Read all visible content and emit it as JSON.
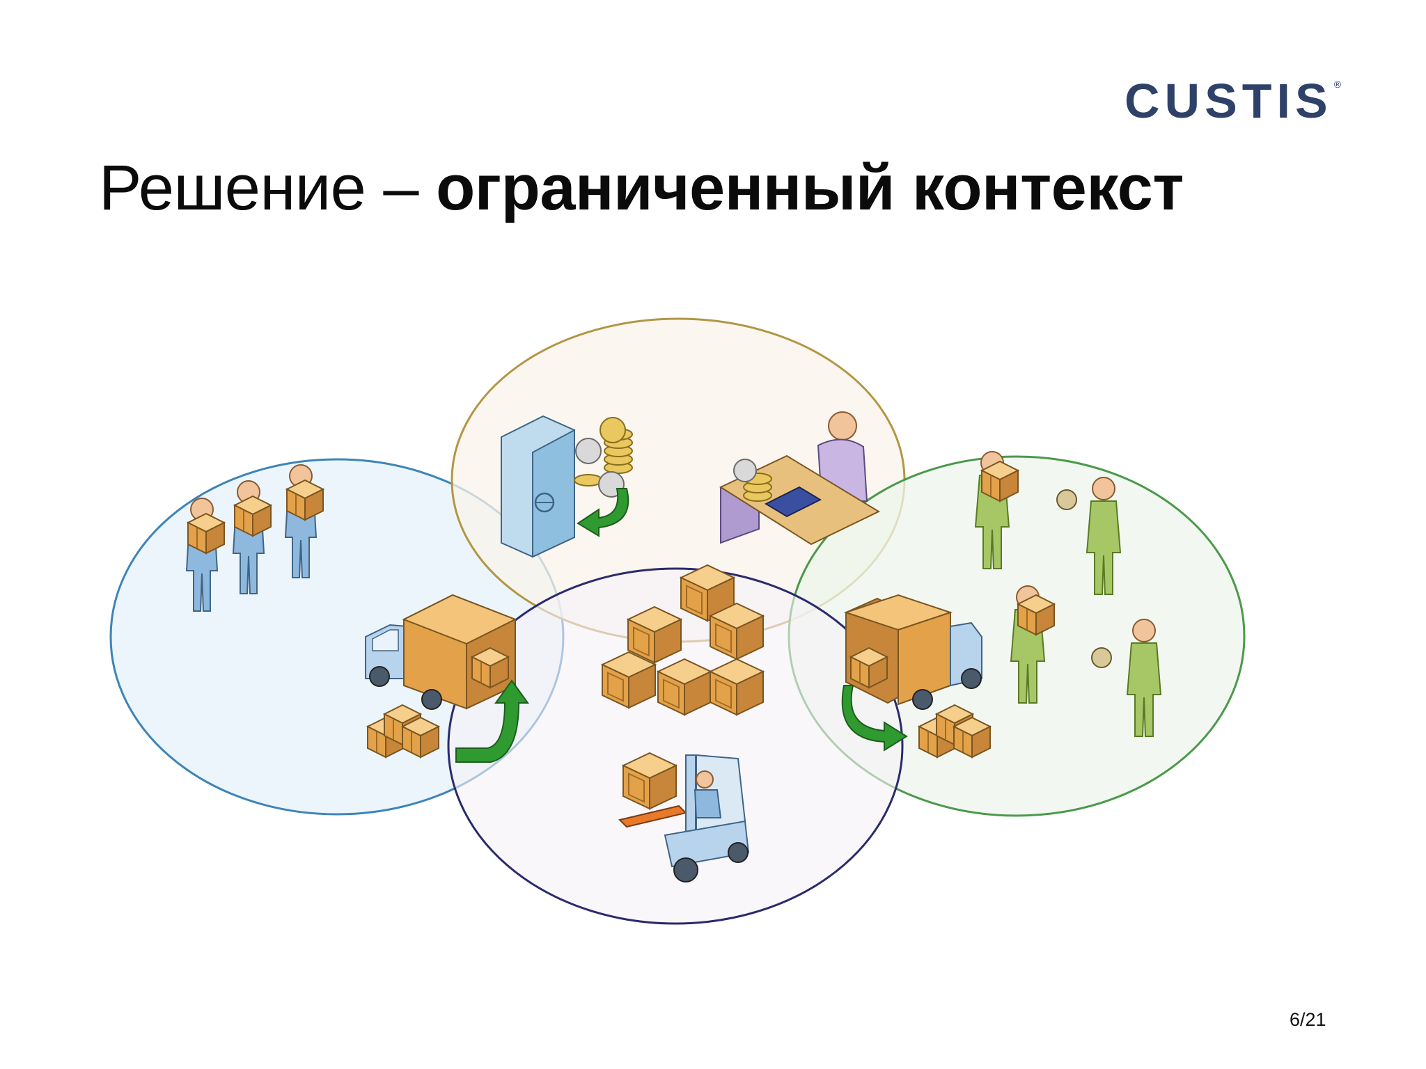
{
  "slide": {
    "title_regular": "Решение – ",
    "title_bold": "ограниченный контекст",
    "logo_text": "CUSTIS",
    "logo_mark": "®",
    "page_number": "6/21"
  },
  "diagram": {
    "circles": [
      {
        "id": "left-context",
        "stroke": "#3d84b8",
        "fill": "#e6f1fa"
      },
      {
        "id": "top-context",
        "stroke": "#b39644",
        "fill": "#faf3ea"
      },
      {
        "id": "right-context",
        "stroke": "#4a9a4a",
        "fill": "#eef6ec"
      },
      {
        "id": "bottom-context",
        "stroke": "#2a2a6e",
        "fill": "#f6f2f8"
      }
    ],
    "icons": [
      "people-carrying-boxes-icon",
      "safe-icon",
      "coins-icon",
      "cashier-icon",
      "box-pyramid-icon",
      "delivery-truck-icon",
      "forklift-icon",
      "customers-icon",
      "green-arrow-icon"
    ],
    "colors": {
      "box": "#e3a249",
      "box_dark": "#b87a2a",
      "person_blue": "#8fb8df",
      "person_green": "#9dbf5c",
      "arrow_green": "#2f9a2f",
      "skin": "#f2c49b"
    }
  }
}
